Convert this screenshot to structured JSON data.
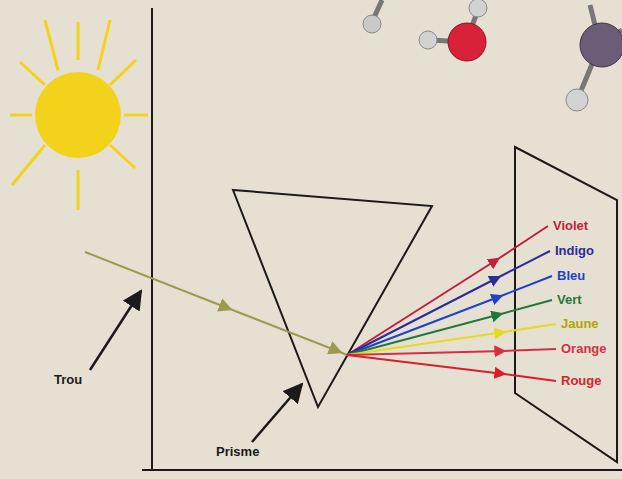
{
  "diagram": {
    "labels": [
      "Trou",
      "Prisme",
      "Violet",
      "Indigo",
      "Bleu",
      "Vert",
      "Jaune",
      "Orange",
      "Rouge"
    ]
  }
}
